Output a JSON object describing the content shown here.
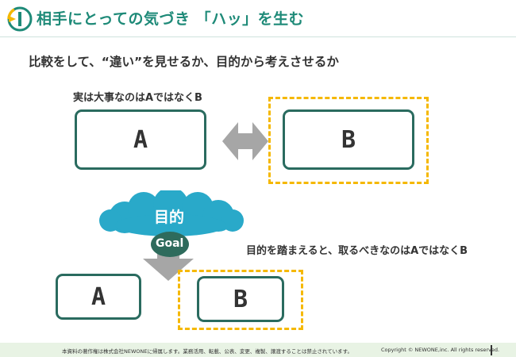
{
  "header": {
    "title": "相手にとっての気づき 「ハッ」を生む",
    "logo_icon": "newone-logo-icon",
    "accent_color": "#1e8a78"
  },
  "subtitle": "比較をして、“違い”を見せるか、目的から考えさせるか",
  "top_section": {
    "note": "実は大事なのはAではなくB",
    "box_a_label": "A",
    "box_b_label": "B",
    "arrow_icon": "double-arrow-icon"
  },
  "bottom_section": {
    "cloud_label": "目的",
    "goal_label": "Goal",
    "note": "目的を踏まえると、取るべきなのはAではなくB",
    "box_a_label": "A",
    "box_b_label": "B",
    "arrow_icon": "down-arrow-icon"
  },
  "colors": {
    "box_border": "#2a6b5f",
    "highlight_dash": "#f5b800",
    "cloud": "#29a9c9",
    "goal_badge": "#2e6b5c",
    "arrow": "#a6a6a6"
  },
  "footer": {
    "notice": "本資料の著作権は株式会社NEWONEに帰属します。業務活用、転載、公表、変更、複製、譲渡することは禁止されています。",
    "copyright": "Copyright © NEWONE,inc.  All rights reserved."
  }
}
